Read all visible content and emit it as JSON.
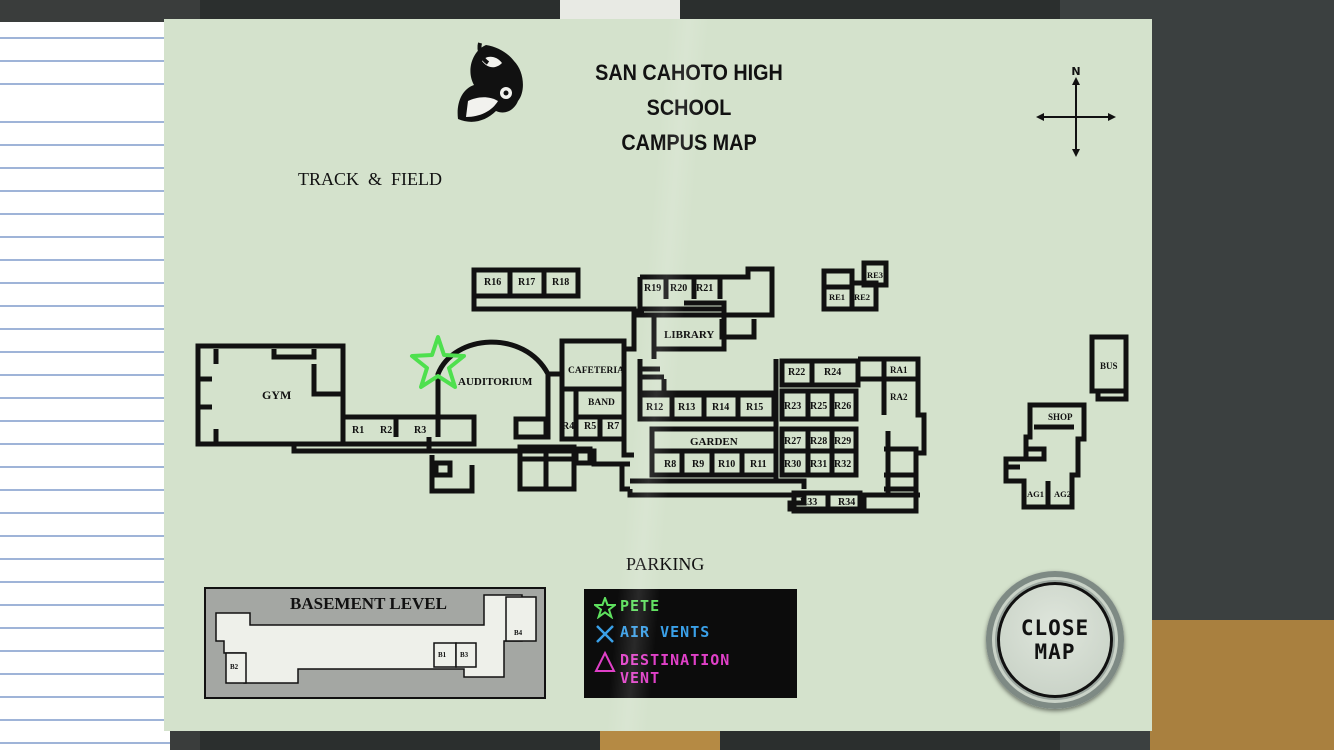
{
  "map": {
    "title_line1": "SAN CAHOTO HIGH SCHOOL",
    "title_line2": "CAMPUS MAP",
    "compass_label": "N",
    "track_field": "TRACK  &  FIELD",
    "parking": "PARKING",
    "basement_title": "BASEMENT LEVEL",
    "rooms": {
      "gym": "GYM",
      "auditorium": "AUDITORIUM",
      "cafeteria": "CAFETERIA",
      "band": "BAND",
      "library": "LIBRARY",
      "garden": "GARDEN",
      "bus": "BUS",
      "shop": "SHOP",
      "r1": "R1",
      "r2": "R2",
      "r3": "R3",
      "r4": "R4",
      "r5": "R5",
      "r7": "R7",
      "r8": "R8",
      "r9": "R9",
      "r10": "R10",
      "r11": "R11",
      "r12": "R12",
      "r13": "R13",
      "r14": "R14",
      "r15": "R15",
      "r16": "R16",
      "r17": "R17",
      "r18": "R18",
      "r19": "R19",
      "r20": "R20",
      "r21": "R21",
      "r22": "R22",
      "r23": "R23",
      "r24": "R24",
      "r25": "R25",
      "r26": "R26",
      "r27": "R27",
      "r28": "R28",
      "r29": "R29",
      "r30": "R30",
      "r31": "R31",
      "r32": "R32",
      "r33": "R33",
      "r34": "R34",
      "ra1": "RA1",
      "ra2": "RA2",
      "re1": "RE1",
      "re2": "RE2",
      "re3": "RE3",
      "ag1": "AG1",
      "ag2": "AG2",
      "b1": "B1",
      "b2": "B2",
      "b3": "B3",
      "b4": "B4"
    }
  },
  "legend": {
    "pete": "PETE",
    "air_vents": "AIR VENTS",
    "destination_line1": "DESTINATION",
    "destination_line2": "VENT",
    "colors": {
      "pete": "#5ee05e",
      "vents": "#3aa0e8",
      "destination": "#e040c8"
    }
  },
  "close_button": {
    "line1": "CLOSE",
    "line2": "MAP"
  },
  "colors": {
    "paper": "#d4e2cc",
    "ink": "#111111",
    "player_marker": "#4ee04e"
  }
}
